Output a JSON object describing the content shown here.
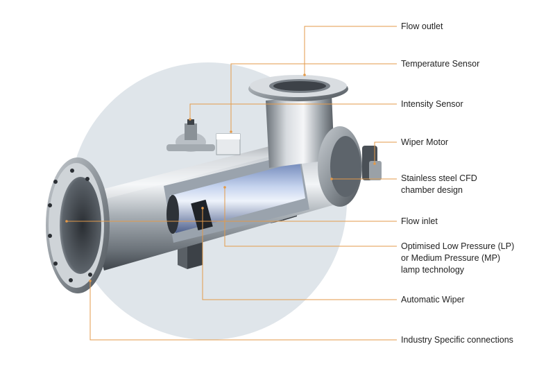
{
  "colors": {
    "leader_line": "#e39a4a",
    "background_circle": "#dfe5ea",
    "label_text": "#222222",
    "steel_dark": "#4f565e",
    "steel_light": "#e8ecef"
  },
  "callouts": [
    {
      "id": "flow-outlet",
      "lines": [
        "Flow outlet"
      ]
    },
    {
      "id": "temperature-sensor",
      "lines": [
        "Temperature Sensor"
      ]
    },
    {
      "id": "intensity-sensor",
      "lines": [
        "Intensity Sensor"
      ]
    },
    {
      "id": "wiper-motor",
      "lines": [
        "Wiper Motor"
      ]
    },
    {
      "id": "stainless-chamber",
      "lines": [
        "Stainless steel CFD",
        "chamber design"
      ]
    },
    {
      "id": "flow-inlet",
      "lines": [
        "Flow inlet"
      ]
    },
    {
      "id": "lamp-technology",
      "lines": [
        "Optimised Low Pressure (LP)",
        "or Medium Pressure (MP)",
        "lamp technology"
      ]
    },
    {
      "id": "automatic-wiper",
      "lines": [
        "Automatic Wiper"
      ]
    },
    {
      "id": "industry-connections",
      "lines": [
        "Industry Specific connections"
      ]
    }
  ]
}
